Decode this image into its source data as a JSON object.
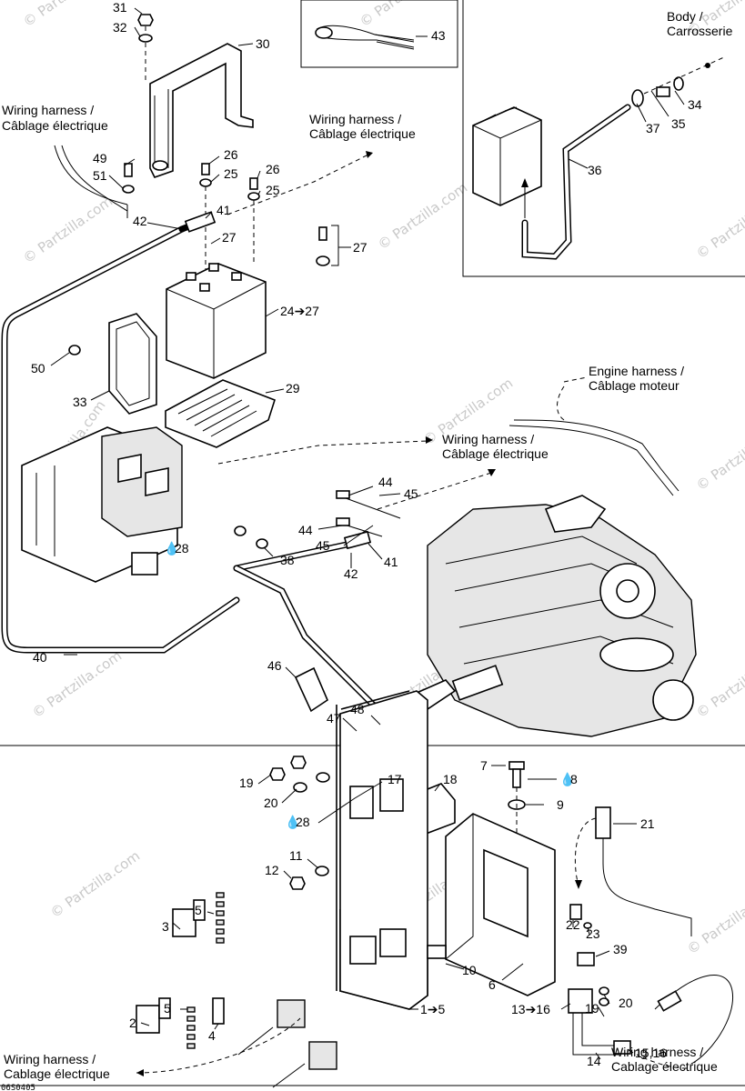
{
  "callouts": [
    {
      "id": "c31",
      "text": "31"
    },
    {
      "id": "c32",
      "text": "32"
    },
    {
      "id": "c30",
      "text": "30"
    },
    {
      "id": "c43",
      "text": "43"
    },
    {
      "id": "c49",
      "text": "49"
    },
    {
      "id": "c51",
      "text": "51"
    },
    {
      "id": "c26a",
      "text": "26"
    },
    {
      "id": "c25a",
      "text": "25"
    },
    {
      "id": "c26b",
      "text": "26"
    },
    {
      "id": "c25b",
      "text": "25"
    },
    {
      "id": "c41a",
      "text": "41"
    },
    {
      "id": "c42a",
      "text": "42"
    },
    {
      "id": "c27a",
      "text": "27"
    },
    {
      "id": "c27b",
      "text": "27"
    },
    {
      "id": "c24",
      "text": "24➔27"
    },
    {
      "id": "c50",
      "text": "50"
    },
    {
      "id": "c33",
      "text": "33"
    },
    {
      "id": "c29",
      "text": "29"
    },
    {
      "id": "c34",
      "text": "34"
    },
    {
      "id": "c35",
      "text": "35"
    },
    {
      "id": "c37",
      "text": "37"
    },
    {
      "id": "c36",
      "text": "36"
    },
    {
      "id": "c44a",
      "text": "44"
    },
    {
      "id": "c45a",
      "text": "45"
    },
    {
      "id": "c44b",
      "text": "44"
    },
    {
      "id": "c45b",
      "text": "45"
    },
    {
      "id": "c41b",
      "text": "41"
    },
    {
      "id": "c42b",
      "text": "42"
    },
    {
      "id": "c28a",
      "text": "28"
    },
    {
      "id": "c38",
      "text": "38"
    },
    {
      "id": "c40",
      "text": "40"
    },
    {
      "id": "c46",
      "text": "46"
    },
    {
      "id": "c48",
      "text": "48"
    },
    {
      "id": "c47",
      "text": "47"
    },
    {
      "id": "c19a",
      "text": "19"
    },
    {
      "id": "c20a",
      "text": "20"
    },
    {
      "id": "c17",
      "text": "17"
    },
    {
      "id": "c18",
      "text": "18"
    },
    {
      "id": "c28b",
      "text": "28"
    },
    {
      "id": "c7",
      "text": "7"
    },
    {
      "id": "c8",
      "text": "8"
    },
    {
      "id": "c9",
      "text": "9"
    },
    {
      "id": "c21",
      "text": "21"
    },
    {
      "id": "c11",
      "text": "11"
    },
    {
      "id": "c12",
      "text": "12"
    },
    {
      "id": "c5a",
      "text": "5"
    },
    {
      "id": "c3",
      "text": "3"
    },
    {
      "id": "c22",
      "text": "22"
    },
    {
      "id": "c23",
      "text": "23"
    },
    {
      "id": "c39",
      "text": "39"
    },
    {
      "id": "c10",
      "text": "10"
    },
    {
      "id": "c5b",
      "text": "5"
    },
    {
      "id": "c2",
      "text": "2"
    },
    {
      "id": "c4",
      "text": "4"
    },
    {
      "id": "c6",
      "text": "6"
    },
    {
      "id": "c20b",
      "text": "20"
    },
    {
      "id": "c19b",
      "text": "19"
    },
    {
      "id": "c1",
      "text": "1➔5"
    },
    {
      "id": "c13",
      "text": "13➔16"
    },
    {
      "id": "c15",
      "text": "15,16"
    },
    {
      "id": "c14",
      "text": "14"
    }
  ],
  "notes": {
    "harness_left_1": "Wiring harness /",
    "harness_left_2": "Câblage électrique",
    "harness_top_1": "Wiring harness /",
    "harness_top_2": "Câblage électrique",
    "body_1": "Body /",
    "body_2": "Carrosserie",
    "engine_1": "Engine harness /",
    "engine_2": "Câblage moteur",
    "harness_mid_1": "Wiring harness /",
    "harness_mid_2": "Câblage électrique",
    "harness_bl_1": "Wiring harness /",
    "harness_bl_2": "Cablage électrique",
    "harness_br_1": "Wiring harness /",
    "harness_br_2": "Cablage électrique"
  },
  "drawing_code": "06S0405",
  "watermark": "© Partzilla.com",
  "lubricant_symbol": "💧"
}
